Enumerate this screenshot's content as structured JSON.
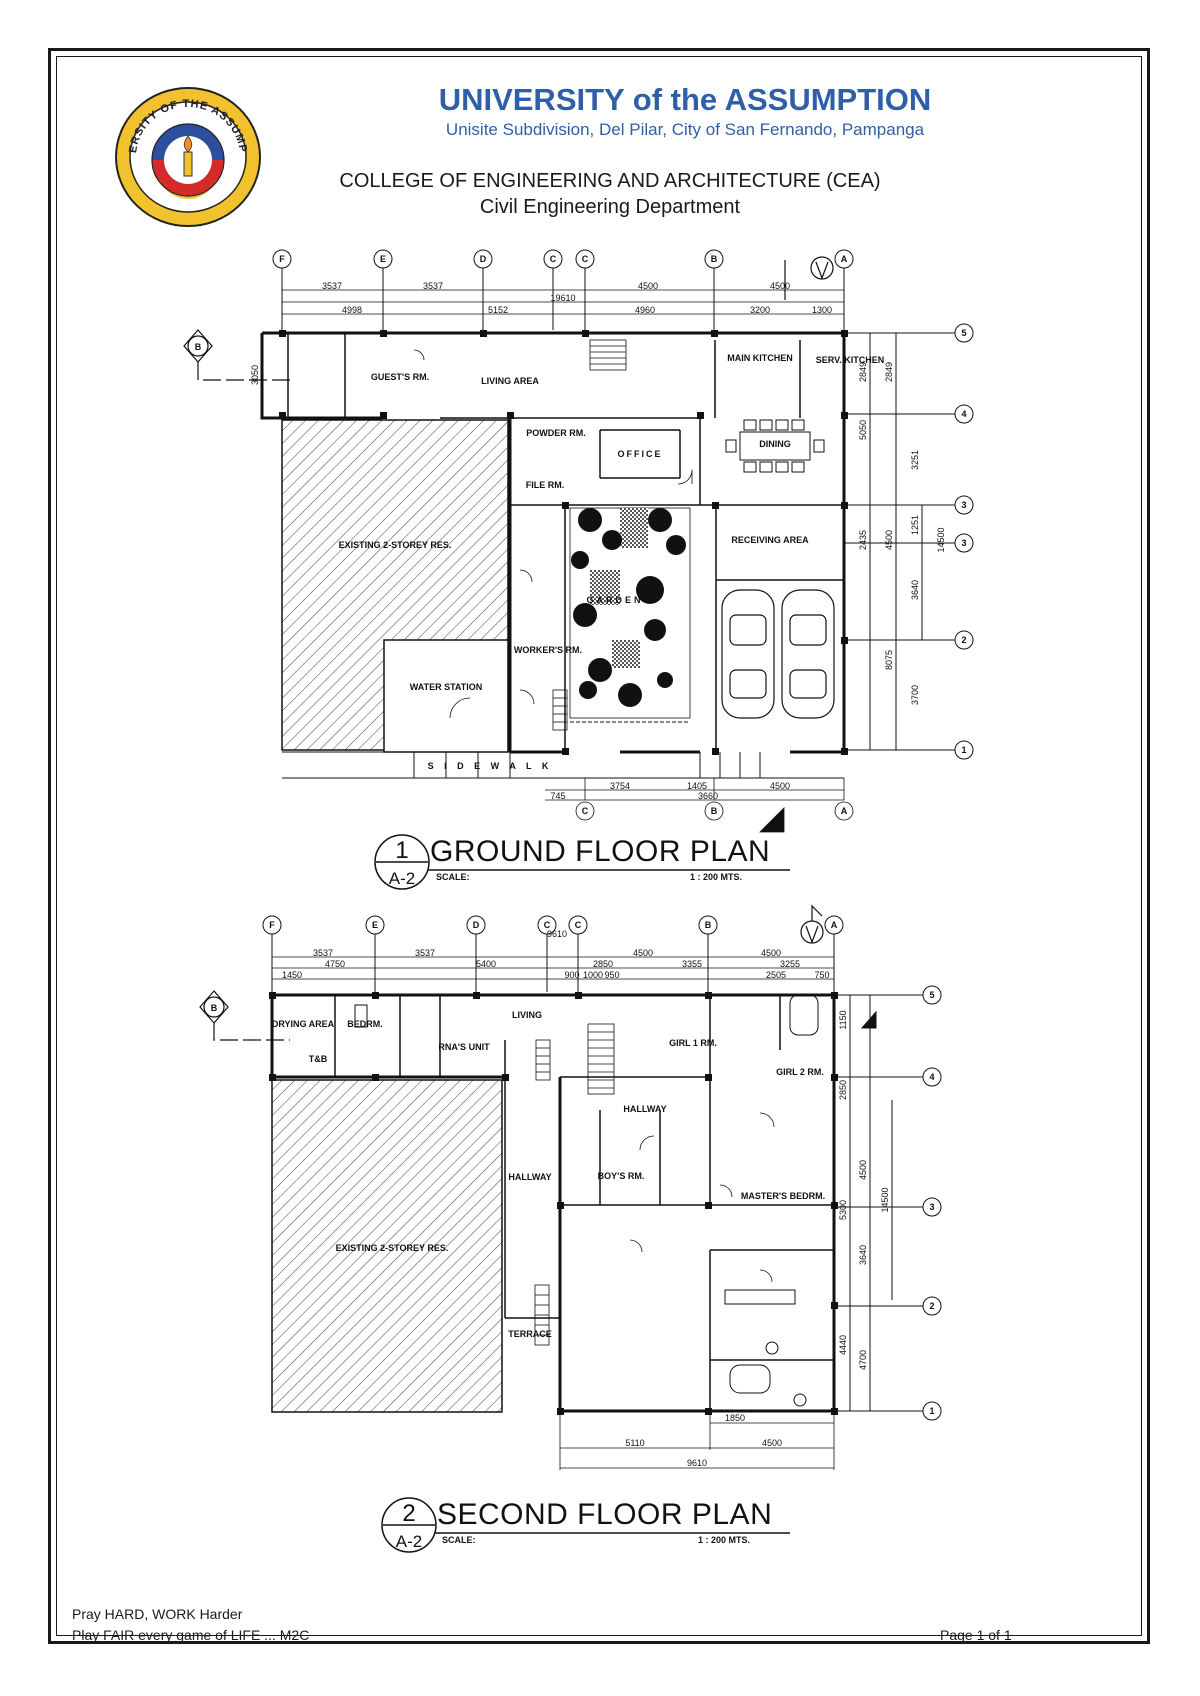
{
  "header": {
    "university": "UNIVERSITY of the ASSUMPTION",
    "address": "Unisite Subdivision, Del Pilar, City of San Fernando, Pampanga",
    "college": "COLLEGE OF ENGINEERING AND ARCHITECTURE (CEA)",
    "department": "Civil Engineering Department",
    "logo_text": "UNIVERSITY OF THE ASSUMPTION"
  },
  "ground_plan": {
    "number": "1",
    "sheet": "A-2",
    "title": "GROUND FLOOR PLAN",
    "scale_label": "SCALE:",
    "scale_value": "1 : 200 MTS.",
    "grid_top": [
      "F",
      "E",
      "D",
      "C",
      "C",
      "B",
      "A"
    ],
    "grid_right": [
      "5",
      "4",
      "3",
      "3",
      "2",
      "1"
    ],
    "grid_bottom": [
      "C",
      "B",
      "A"
    ],
    "section_mark": "B",
    "rooms": {
      "guest": "GUEST'S RM.",
      "living": "LIVING AREA",
      "main_kitchen": "MAIN KITCHEN",
      "serv_kitchen": "SERV. KITCHEN",
      "powder": "POWDER RM.",
      "office": "OFFICE",
      "dining": "DINING",
      "file": "FILE RM.",
      "receiving": "RECEIVING AREA",
      "existing": "EXISTING 2-STOREY RES.",
      "garden": "GARDEN",
      "workers": "WORKER'S RM.",
      "water": "WATER STATION",
      "sidewalk": "S I D E W A L K"
    },
    "dims_top": [
      "3537",
      "3537",
      "19610",
      "4500",
      "4500",
      "4998",
      "5152",
      "4960",
      "3200",
      "1300"
    ],
    "dims_right": [
      "2849",
      "5050",
      "3251",
      "1251",
      "2435",
      "4500",
      "14500",
      "3640",
      "8075",
      "3700"
    ],
    "dims_left": [
      "3050"
    ],
    "dims_bottom": [
      "745",
      "3754",
      "1405",
      "3660",
      "4500"
    ]
  },
  "second_plan": {
    "number": "2",
    "sheet": "A-2",
    "title": "SECOND FLOOR PLAN",
    "scale_label": "SCALE:",
    "scale_value": "1 : 200 MTS.",
    "grid_top": [
      "F",
      "E",
      "D",
      "C",
      "C",
      "B",
      "A"
    ],
    "grid_right": [
      "5",
      "4",
      "3",
      "2",
      "1"
    ],
    "section_mark": "B",
    "rooms": {
      "drying": "DRYING AREA",
      "bedroom": "BEDRM.",
      "tb": "T&B",
      "nanny": "RNA'S UNIT",
      "living": "LIVING",
      "girl1": "GIRL 1 RM.",
      "girl2": "GIRL 2 RM.",
      "hallway1": "HALLWAY",
      "hallway2": "HALLWAY",
      "boys": "BOY'S RM.",
      "master": "MASTER'S BEDRM.",
      "existing": "EXISTING 2-STOREY RES.",
      "terrace": "TERRACE"
    },
    "dims_top": [
      "3537",
      "3537",
      "9610",
      "4500",
      "4500",
      "4750",
      "5400",
      "2850",
      "3355",
      "3255",
      "1450",
      "900",
      "1000",
      "950",
      "2505",
      "750"
    ],
    "dims_right": [
      "1150",
      "2850",
      "4500",
      "5300",
      "14500",
      "3640",
      "4440",
      "4700"
    ],
    "dims_bottom": [
      "1850",
      "5110",
      "4500",
      "9610"
    ]
  },
  "footer": {
    "line1": "Pray HARD, WORK Harder",
    "line2": "Play FAIR every game of LIFE ... M2C",
    "page": "Page 1 of 1"
  },
  "colors": {
    "brand_blue": "#2f5fa8",
    "logo_yellow": "#f2c12e",
    "logo_red": "#d42a2a",
    "logo_blue": "#2e4f9e"
  }
}
